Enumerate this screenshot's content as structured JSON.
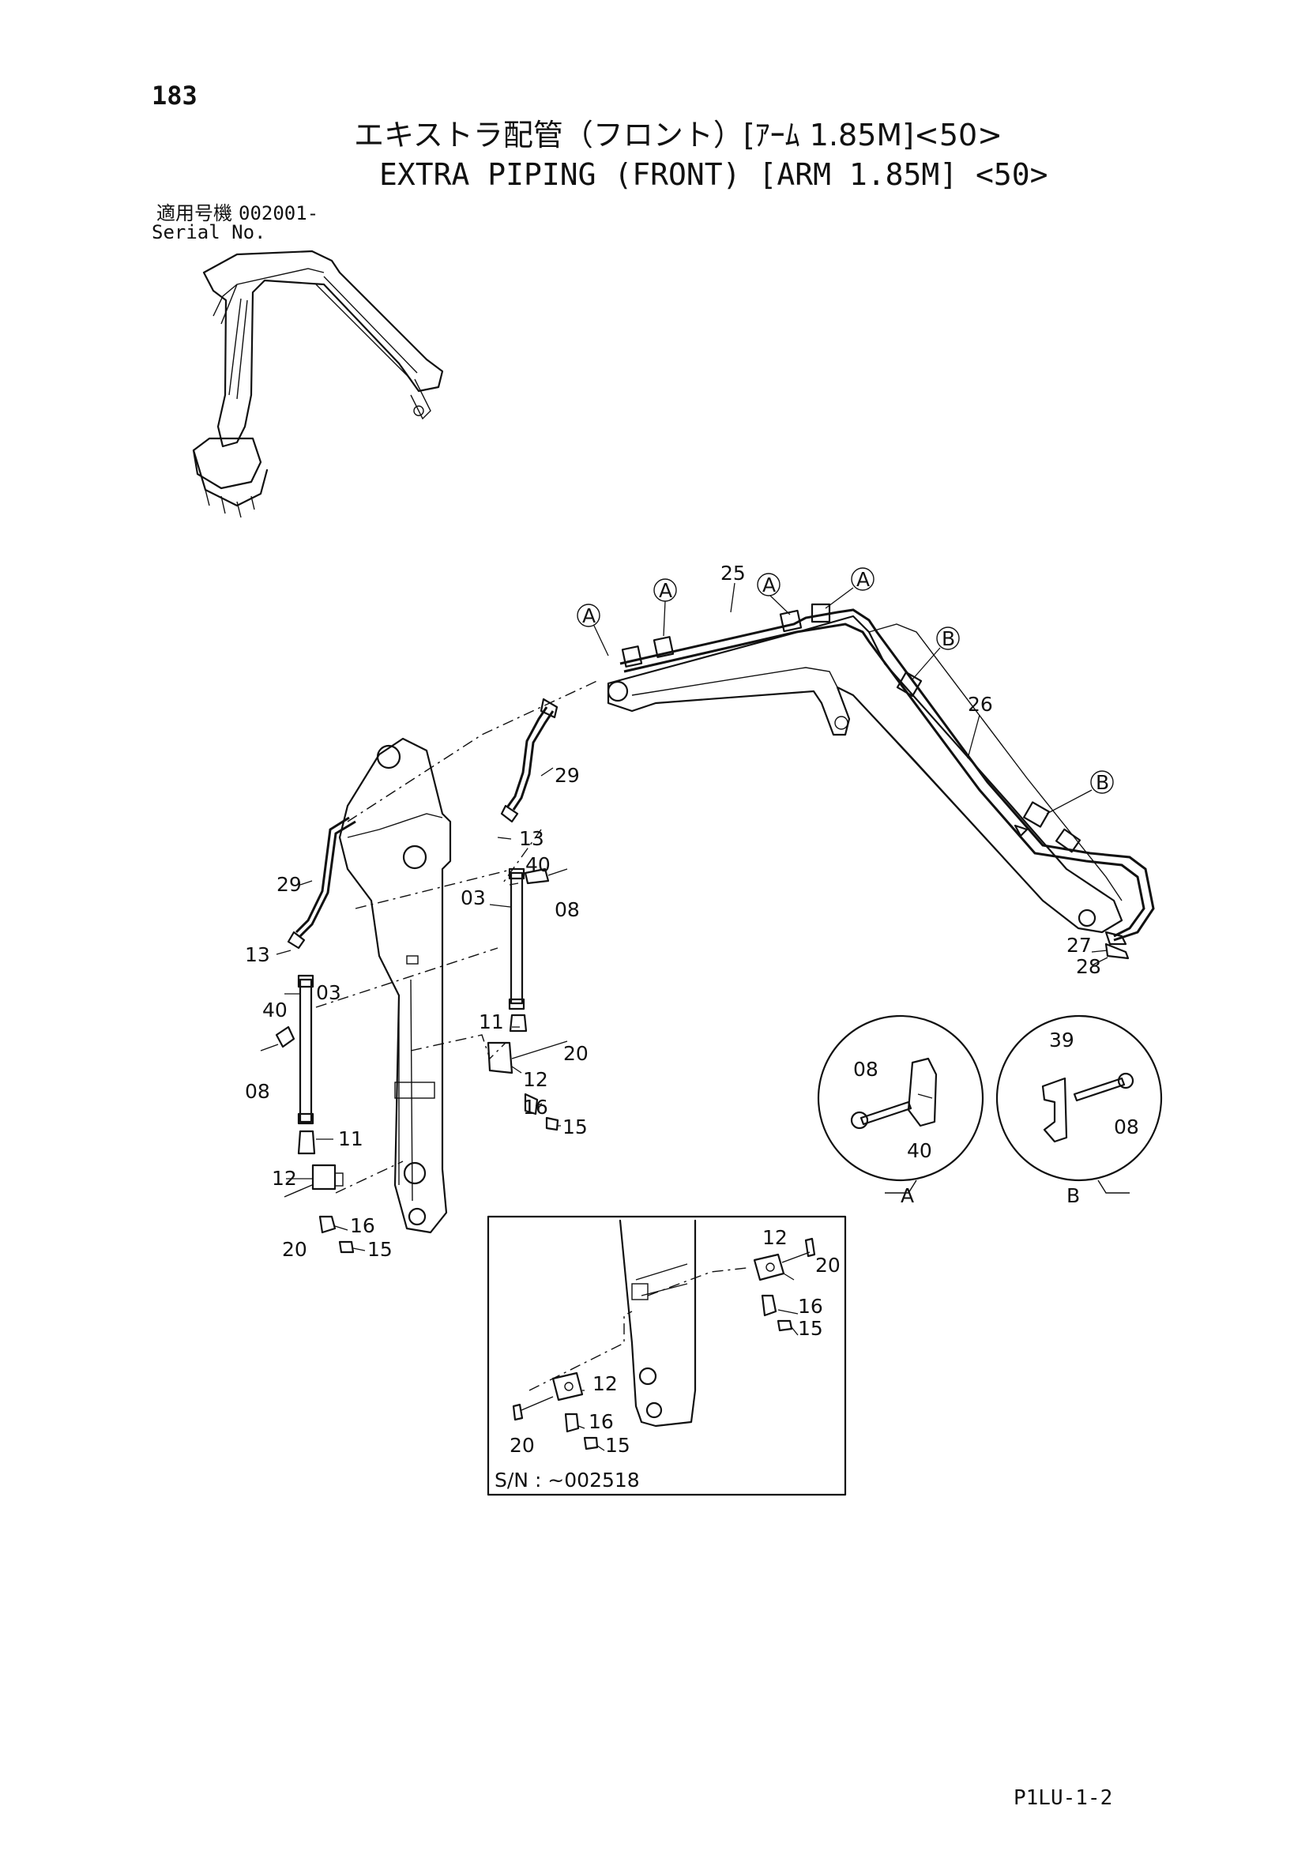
{
  "page": {
    "number": "183",
    "title_jp": "エキストラ配管（フロント）[ｱｰﾑ 1.85M]<50>",
    "title_en": "EXTRA PIPING (FRONT) [ARM 1.85M] <50>",
    "serial_label_jp": "適用号機",
    "serial_value": "002001-",
    "serial_label_en": "Serial No.",
    "code": "P1LU-1-2"
  },
  "detail_labels": {
    "A": "A",
    "B": "B"
  },
  "inset": {
    "serial_range": "S/N : ~002518"
  },
  "part_labels": [
    "25",
    "26",
    "29",
    "29",
    "13",
    "13",
    "40",
    "40",
    "08",
    "08",
    "03",
    "03",
    "11",
    "11",
    "12",
    "12",
    "16",
    "16",
    "15",
    "15",
    "20",
    "20",
    "27",
    "28",
    "39",
    "08",
    "40",
    "08",
    "12",
    "20",
    "16",
    "15",
    "12",
    "16",
    "15",
    "20"
  ]
}
